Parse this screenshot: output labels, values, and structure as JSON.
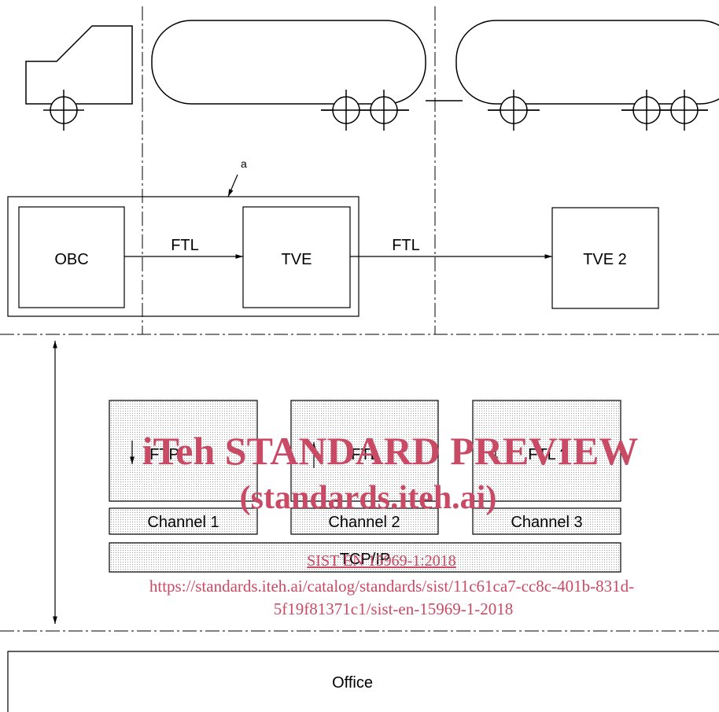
{
  "boxes": {
    "obc": "OBC",
    "tve": "TVE",
    "tve2": "TVE 2"
  },
  "links": {
    "ftl_1": "FTL",
    "ftl_2": "FTL"
  },
  "callout": "a",
  "protocol_blocks": [
    {
      "label": "FTP",
      "direction": "down"
    },
    {
      "label": "FTL",
      "direction": "up"
    },
    {
      "label": "FTL ?",
      "direction": "down"
    }
  ],
  "channels": [
    "Channel 1",
    "Channel 2",
    "Channel 3"
  ],
  "transport": "TCP/IP",
  "office": "Office",
  "watermark": {
    "title": "iTeh STANDARD PREVIEW",
    "subtitle": "(standards.iteh.ai)",
    "doc_id": "SIST EN 15969-1:2018",
    "url_line1": "https://standards.iteh.ai/catalog/standards/sist/11c61ca7-cc8c-401b-831d-",
    "url_line2": "5f19f81371c1/sist-en-15969-1-2018"
  },
  "colors": {
    "line": "#000000",
    "fill_pattern": "#e6e6e6",
    "watermark": "#c94a64"
  }
}
